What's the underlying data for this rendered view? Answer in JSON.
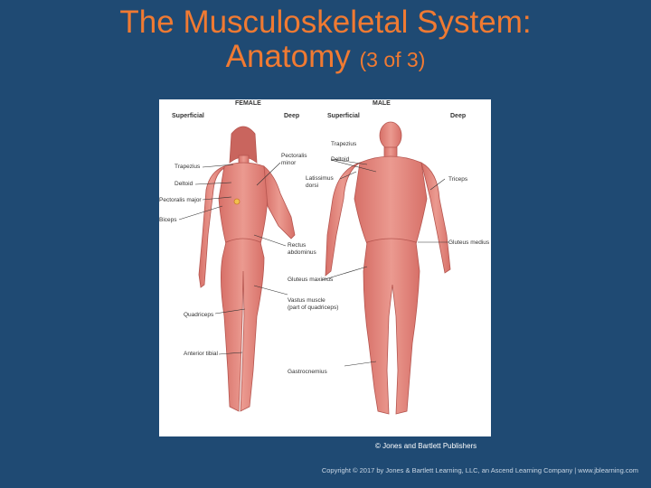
{
  "slide": {
    "title_line1": "The Musculoskeletal System:",
    "title_line2_main": "Anatomy",
    "title_line2_sub": "(3 of 3)"
  },
  "figure": {
    "headers": {
      "female": "FEMALE",
      "male": "MALE",
      "female_superficial": "Superficial",
      "female_deep": "Deep",
      "male_superficial": "Superficial",
      "male_deep": "Deep"
    },
    "labels": {
      "trapezius_f": "Trapezius",
      "deltoid_f": "Deltoid",
      "pectoralis_major": "Pectoralis major",
      "biceps": "Biceps",
      "quadriceps": "Quadriceps",
      "anterior_tibial": "Anterior tibial",
      "pectoralis_minor_1": "Pectoralis",
      "pectoralis_minor_2": "minor",
      "rectus_1": "Rectus",
      "rectus_2": "abdominus",
      "gluteus_maximus": "Gluteus maximus",
      "vastus_1": "Vastus muscle",
      "vastus_2": "(part of quadriceps)",
      "gastrocnemius": "Gastrocnemius",
      "trapezius_m": "Trapezius",
      "deltoid_m": "Deltoid",
      "latissimus_1": "Latissimus",
      "latissimus_2": "dorsi",
      "triceps": "Triceps",
      "gluteus_medius": "Gluteus medius"
    }
  },
  "credit": "© Jones and Bartlett Publishers",
  "footer": "Copyright © 2017 by Jones & Bartlett Learning, LLC, an Ascend Learning Company  |  www.jblearning.com",
  "colors": {
    "background": "#1f4a73",
    "title": "#f07a32",
    "muscle": "#e08a82",
    "muscle_dark": "#c9655e"
  }
}
